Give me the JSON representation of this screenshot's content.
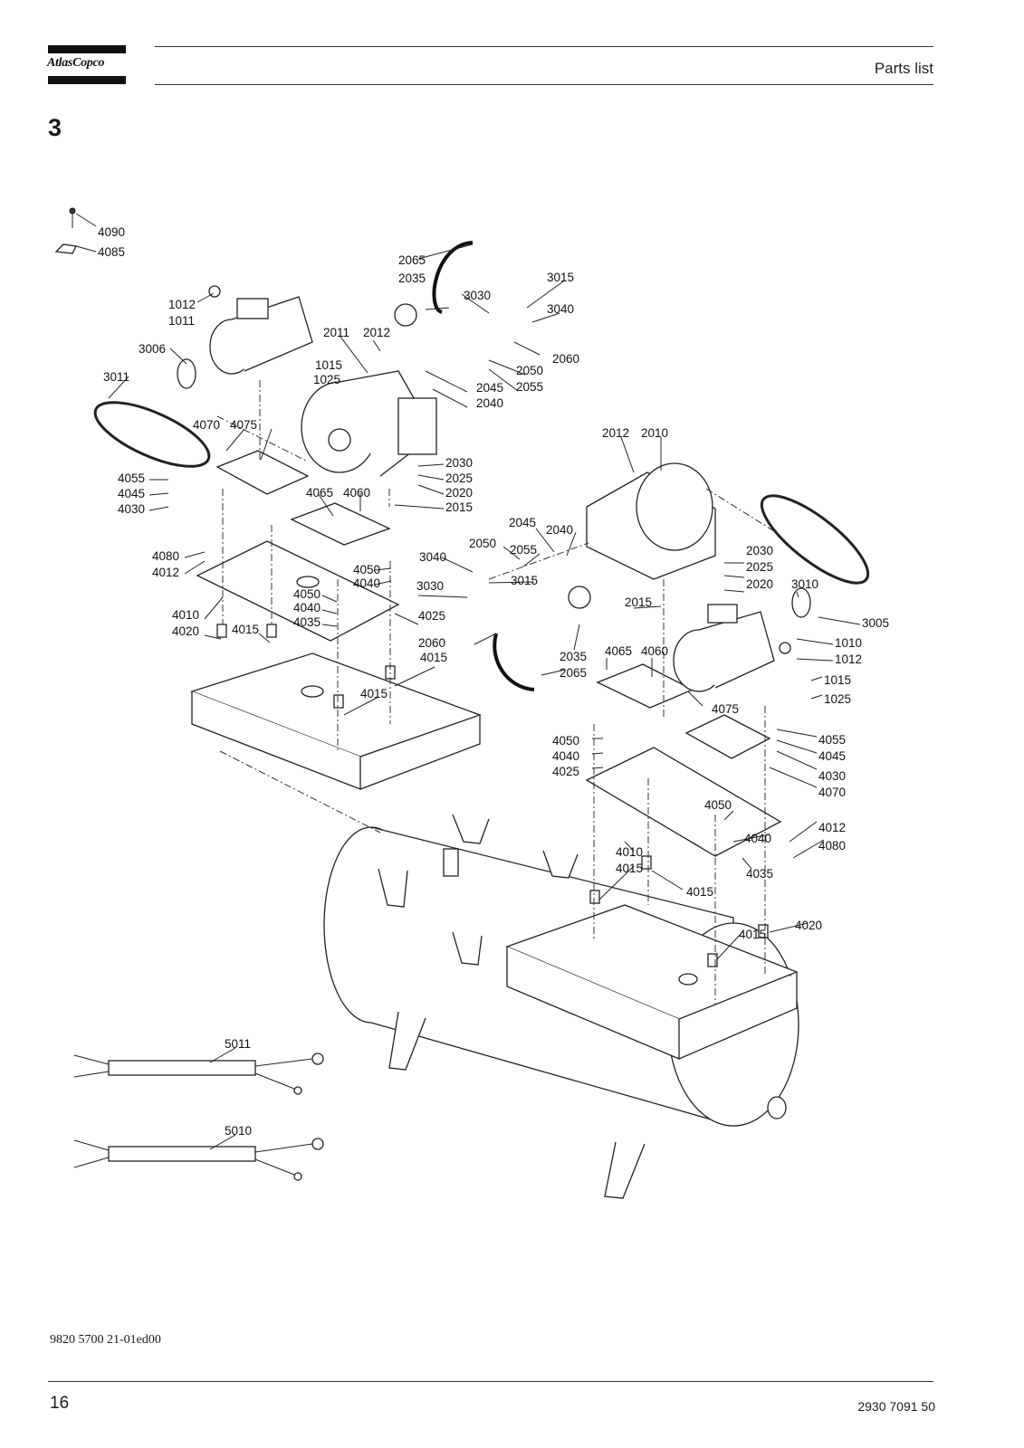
{
  "header": {
    "brand": "AtlasCopco",
    "title": "Parts list"
  },
  "section": "3",
  "labels": {
    "l4090": "4090",
    "l4085": "4085",
    "l2065a": "2065",
    "l2035a": "2035",
    "l3015a": "3015",
    "l3030a": "3030",
    "l3040a": "3040",
    "l2060a": "2060",
    "l1012a": "1012",
    "l1011": "1011",
    "l2011": "2011",
    "l2012a": "2012",
    "l3006": "3006",
    "l1015a": "1015",
    "l1025a": "1025",
    "l2050a": "2050",
    "l2055a": "2055",
    "l2045a": "2045",
    "l2040a": "2040",
    "l3011": "3011",
    "l4070a": "4070",
    "l4075a": "4075",
    "l2012b": "2012",
    "l2010": "2010",
    "l2030a": "2030",
    "l2025a": "2025",
    "l2020a": "2020",
    "l2015a": "2015",
    "l4055a": "4055",
    "l4045a": "4045",
    "l4030a": "4030",
    "l4065a": "4065",
    "l4060a": "4060",
    "l2045b": "2045",
    "l2040b": "2040",
    "l2050b": "2050",
    "l2055b": "2055",
    "l3040b": "3040",
    "l3015b": "3015",
    "l2030b": "2030",
    "l2025b": "2025",
    "l2020b": "2020",
    "l3010": "3010",
    "l4080a": "4080",
    "l4012a": "4012",
    "l4050a": "4050",
    "l4040a": "4040",
    "l3030b": "3030",
    "l4050b": "4050",
    "l4040b": "4040",
    "l4025a": "4025",
    "l4010a": "4010",
    "l4035a": "4035",
    "l4015a": "4015",
    "l4020a": "4020",
    "l2015b": "2015",
    "l3005": "3005",
    "l1010": "1010",
    "l1012b": "1012",
    "l2060b": "2060",
    "l2035b": "2035",
    "l2065b": "2065",
    "l4015b": "4015",
    "l4065b": "4065",
    "l4060b": "4060",
    "l1015b": "1015",
    "l1025b": "1025",
    "l4015c": "4015",
    "l4075b": "4075",
    "l4050c": "4050",
    "l4040c": "4040",
    "l4025b": "4025",
    "l4055b": "4055",
    "l4045b": "4045",
    "l4030b": "4030",
    "l4070b": "4070",
    "l4050d": "4050",
    "l4012b": "4012",
    "l4040d": "4040",
    "l4080b": "4080",
    "l4010b": "4010",
    "l4015d": "4015",
    "l4035b": "4035",
    "l4015e": "4015",
    "l4015f": "4015",
    "l4020b": "4020",
    "l5011": "5011",
    "l5010": "5010"
  },
  "footer": {
    "doc_code": "9820 5700 21-01ed00",
    "page": "16",
    "doc_number": "2930 7091 50"
  }
}
